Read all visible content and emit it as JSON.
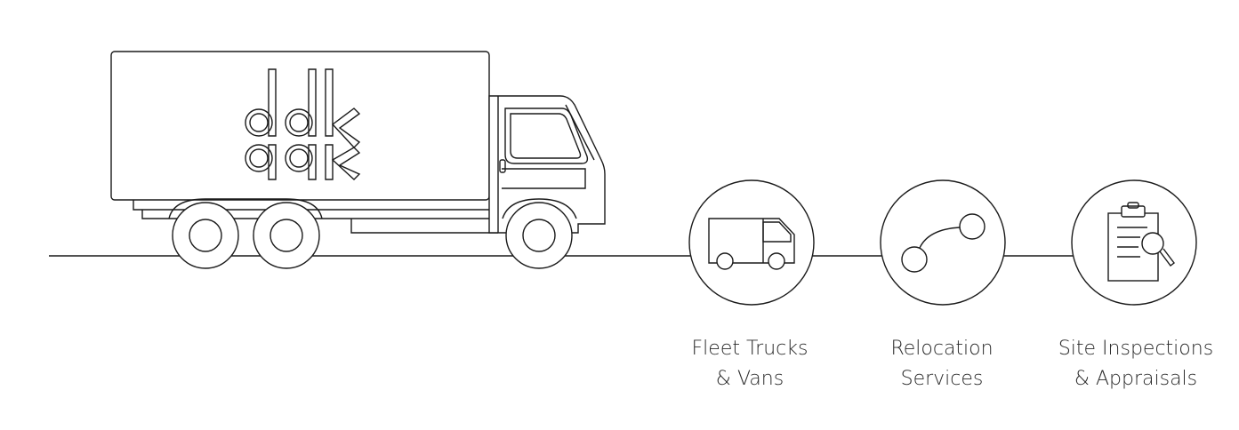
{
  "colors": {
    "line": "#1a1a1a",
    "background": "#ffffff",
    "text": "#2a2a2a"
  },
  "truck": {
    "logo_text": "ddk"
  },
  "services": [
    {
      "icon": "van-icon",
      "line1": "Fleet Trucks",
      "line2": "& Vans"
    },
    {
      "icon": "route-icon",
      "line1": "Relocation",
      "line2": "Services"
    },
    {
      "icon": "clipboard-search-icon",
      "line1": "Site Inspections",
      "line2": "& Appraisals"
    }
  ]
}
